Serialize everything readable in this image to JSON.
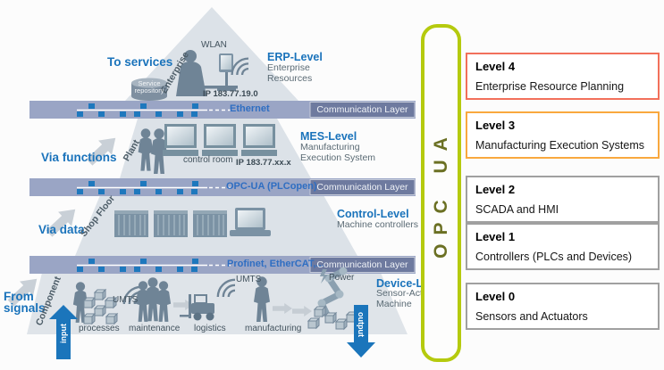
{
  "colors": {
    "accent_blue": "#1a73bb",
    "bar_light": "#9aa5c5",
    "bar_dark": "#6e7a9f",
    "protocol_blue": "#2f6ec2",
    "pyramid_fill": "#dde3e8",
    "opcua_border_green": "#b5ca0e",
    "opcua_text_olive": "#6b7023",
    "level4_border": "#f2705b",
    "level3_border": "#f9a83e",
    "level_gray_border": "#a0a0a0",
    "arrow_blue": "#1b75bb"
  },
  "pyramid": {
    "left_labels": [
      "To services",
      "Via functions",
      "Via data",
      "From\nsignals"
    ],
    "edge_labels": [
      "Enterprise",
      "Plant",
      "Shop Floor",
      "Component"
    ],
    "levels": [
      {
        "title": "ERP-Level",
        "subtitle": "Enterprise\nResources"
      },
      {
        "title": "MES-Level",
        "subtitle": "Manufacturing\nExecution System"
      },
      {
        "title": "Control-Level",
        "subtitle": "Machine controllers"
      },
      {
        "title": "Device-Level",
        "subtitle": "Sensor-Actor\nMachine"
      }
    ],
    "comm_bars": [
      {
        "protocol": "Ethernet",
        "label": "Communication Layer"
      },
      {
        "protocol": "OPC-UA (PLCopen)",
        "label": "Communication Layer"
      },
      {
        "protocol": "Profinet, EtherCAT,...",
        "label": "Communication Layer"
      }
    ],
    "scene": {
      "wlan": "WLAN",
      "service_repository": "Service\nrepository",
      "ip_erp": "IP 183.77.19.0",
      "control_room": "control room",
      "ip_mes": "IP 183.77.xx.x",
      "umts_left": "UMTS",
      "umts_right": "UMTS",
      "power": "Power",
      "input_arrow": "input",
      "output_arrow": "output",
      "bottom_labels": [
        "processes",
        "maintenance",
        "logistics",
        "manufacturing"
      ]
    }
  },
  "opc_ua": {
    "label": "OPC UA"
  },
  "right_panel": {
    "boxes": [
      {
        "name": "Level 4",
        "desc": "Enterprise Resource Planning"
      },
      {
        "name": "Level 3",
        "desc": "Manufacturing Execution Systems"
      },
      {
        "name": "Level 2",
        "desc": "SCADA and HMI"
      },
      {
        "name": "Level 1",
        "desc": "Controllers (PLCs and Devices)"
      },
      {
        "name": "Level 0",
        "desc": "Sensors and Actuators"
      }
    ]
  }
}
